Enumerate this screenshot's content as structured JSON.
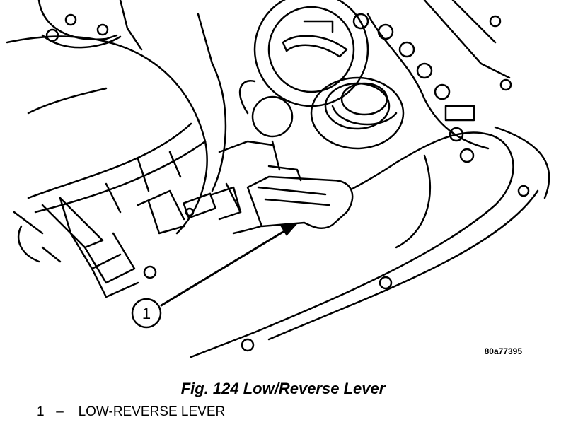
{
  "figure": {
    "callout_number": "1",
    "reference_code": "80a77395",
    "caption": "Fig. 124 Low/Reverse Lever"
  },
  "legend": [
    {
      "number": "1",
      "dash": "–",
      "label": "LOW-REVERSE LEVER"
    }
  ]
}
